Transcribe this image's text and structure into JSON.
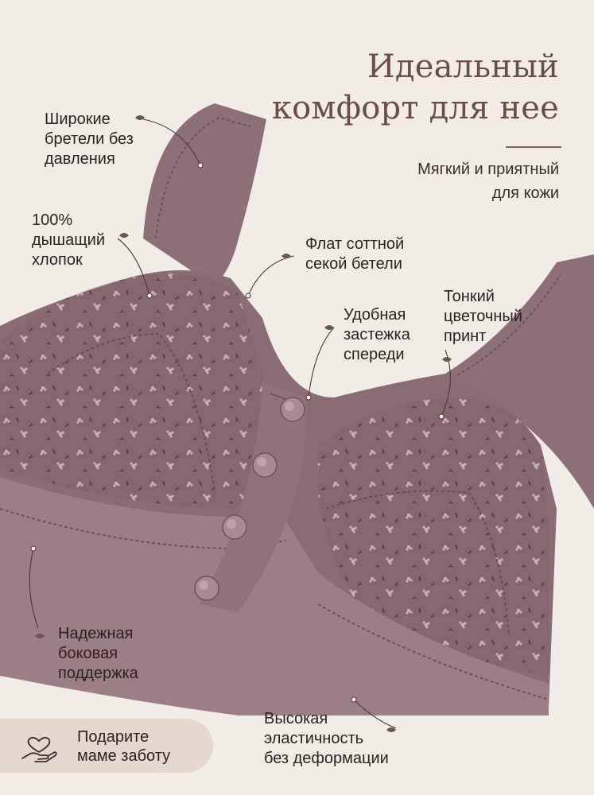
{
  "headline": {
    "line1": "Идеальный",
    "line2": "комфорт для нее"
  },
  "subtitle": {
    "line1": "Мягкий и приятный",
    "line2": "для кожи"
  },
  "callouts": {
    "straps": "Широкие\nбретели без\nдавления",
    "cotton": "100%\nдышащий\nхлопок",
    "flat_seam": "Флат соттной\nсекой бетели",
    "front_clasp": "Удобная\nзастежка\nспереди",
    "print": "Тонкий\nцветочный\nпринт",
    "side_support": "Надежная\nбоковая\nподдержка",
    "elasticity": "Высокая\nэластичность\nбез деформации"
  },
  "badge": {
    "text": "Подарите\nмаме заботу",
    "icon": "heart-hand-icon"
  },
  "colors": {
    "background": "#f1ece6",
    "fabric": "#8a6c74",
    "fabric_light": "#9c7f86",
    "heading": "#6a4d45",
    "badge_bg": "#e4d8cf"
  }
}
